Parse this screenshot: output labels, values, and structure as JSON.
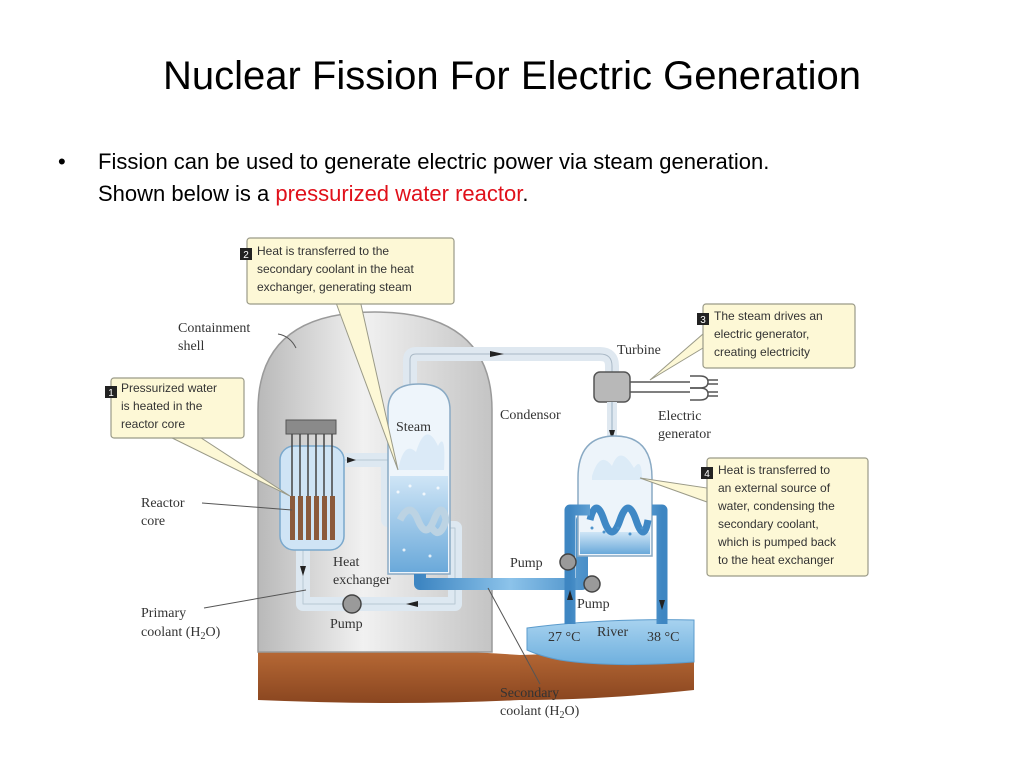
{
  "slide": {
    "title": "Nuclear Fission For Electric Generation",
    "bullet": {
      "marker": "•",
      "line1": "Fission can be used to generate electric power via steam generation.",
      "line2_prefix": "Shown below is a ",
      "line2_highlight": "pressurized water reactor",
      "line2_suffix": ".",
      "highlight_color": "#e0101a"
    }
  },
  "diagram": {
    "callouts": [
      {
        "number": "1",
        "lines": [
          "Pressurized water",
          "is heated in the",
          "reactor core"
        ]
      },
      {
        "number": "2",
        "lines": [
          "Heat is transferred to the",
          "secondary coolant in the heat",
          "exchanger, generating steam"
        ]
      },
      {
        "number": "3",
        "lines": [
          "The steam drives an",
          "electric generator,",
          "creating electricity"
        ]
      },
      {
        "number": "4",
        "lines": [
          "Heat is transferred to",
          "an external source of",
          "water, condensing the",
          "secondary coolant,",
          "which is pumped back",
          "to the heat exchanger"
        ]
      }
    ],
    "labels": {
      "containment_1": "Containment",
      "containment_2": "shell",
      "reactor_1": "Reactor",
      "reactor_2": "core",
      "steam": "Steam",
      "heat_exchanger_1": "Heat",
      "heat_exchanger_2": "exchanger",
      "primary_1": "Primary",
      "primary_2": "coolant (H",
      "primary_sub": "2",
      "primary_3": "O)",
      "pump_primary": "Pump",
      "turbine": "Turbine",
      "condensor": "Condensor",
      "generator_1": "Electric",
      "generator_2": "generator",
      "pump_secondary": "Pump",
      "pump_river": "Pump",
      "river": "River",
      "temp_in": "27 °C",
      "temp_out": "38 °C",
      "secondary_1": "Secondary",
      "secondary_2": "coolant (H",
      "secondary_sub": "2",
      "secondary_3": "O)"
    },
    "colors": {
      "callout_fill": "#fdf8d6",
      "callout_border": "#9a9a88",
      "water": "#8fc0e6",
      "water_dark": "#4e94cc",
      "pipe_light": "#dfe9f2",
      "containment": "#cfcfcf",
      "soil": "#a3582b"
    }
  }
}
